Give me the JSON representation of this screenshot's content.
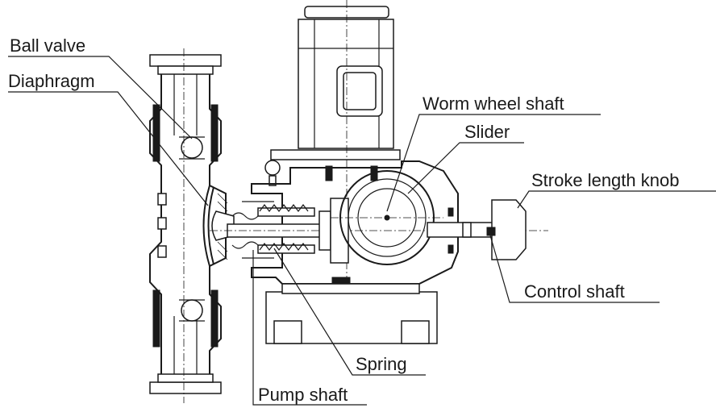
{
  "labels": {
    "ball_valve": "Ball valve",
    "diaphragm": "Diaphragm",
    "worm_wheel_shaft": "Worm wheel shaft",
    "slider": "Slider",
    "stroke_length_knob": "Stroke length knob",
    "control_shaft": "Control shaft",
    "spring": "Spring",
    "pump_shaft": "Pump shaft"
  }
}
